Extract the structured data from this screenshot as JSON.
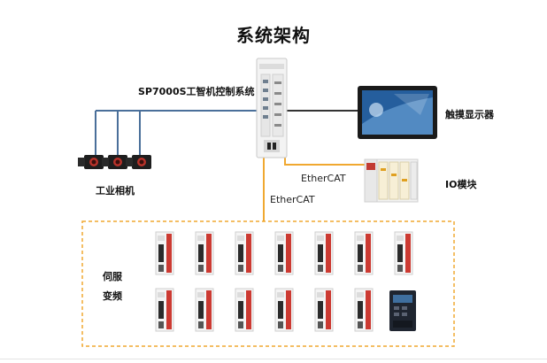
{
  "title": "系统架构",
  "controller": {
    "label": "SP7000S工智机控制系统"
  },
  "display": {
    "label": "触摸显示器"
  },
  "io": {
    "label": "IO模块"
  },
  "cameras": {
    "label": "工业相机"
  },
  "buses": {
    "ethercat_io": "EtherCAT",
    "ethercat_drives": "EtherCAT"
  },
  "drives": {
    "label_line1": "伺服",
    "label_line2": "变频"
  },
  "colors": {
    "camera_line": "#4a6f9a",
    "ethercat_line": "#f0a830",
    "display_line": "#333333"
  }
}
